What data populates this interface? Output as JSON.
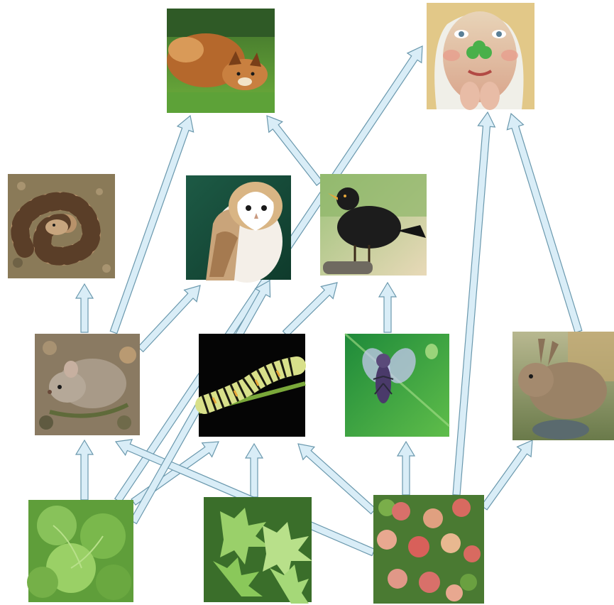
{
  "food_web": {
    "organisms": [
      {
        "id": "fox",
        "icon": "fox-icon"
      },
      {
        "id": "girl",
        "icon": "human-icon"
      },
      {
        "id": "snake",
        "icon": "snake-icon"
      },
      {
        "id": "owl",
        "icon": "owl-icon"
      },
      {
        "id": "blackbird",
        "icon": "blackbird-icon"
      },
      {
        "id": "mouse",
        "icon": "mouse-icon"
      },
      {
        "id": "caterpillar",
        "icon": "caterpillar-icon"
      },
      {
        "id": "fly",
        "icon": "fly-icon"
      },
      {
        "id": "rabbit",
        "icon": "rabbit-icon"
      },
      {
        "id": "clover",
        "icon": "clover-plant-icon"
      },
      {
        "id": "maple",
        "icon": "maple-leaves-icon"
      },
      {
        "id": "apple",
        "icon": "apple-tree-icon"
      }
    ],
    "arrows": [
      {
        "from": "mouse",
        "to": "snake"
      },
      {
        "from": "mouse",
        "to": "fox"
      },
      {
        "from": "mouse",
        "to": "owl"
      },
      {
        "from": "blackbird",
        "to": "fox"
      },
      {
        "from": "clover",
        "to": "girl"
      },
      {
        "from": "fly",
        "to": "blackbird"
      },
      {
        "from": "caterpillar",
        "to": "blackbird"
      },
      {
        "from": "apple",
        "to": "girl"
      },
      {
        "from": "rabbit",
        "to": "girl"
      },
      {
        "from": "clover",
        "to": "mouse"
      },
      {
        "from": "clover",
        "to": "caterpillar"
      },
      {
        "from": "maple",
        "to": "caterpillar"
      },
      {
        "from": "apple",
        "to": "caterpillar"
      },
      {
        "from": "apple",
        "to": "fly"
      },
      {
        "from": "apple",
        "to": "rabbit"
      },
      {
        "from": "apple",
        "to": "mouse"
      },
      {
        "from": "clover",
        "to": "owl"
      }
    ],
    "colors": {
      "arrow_fill": "#d9edf7",
      "arrow_stroke": "#6a98ad",
      "background": "#ffffff"
    }
  }
}
